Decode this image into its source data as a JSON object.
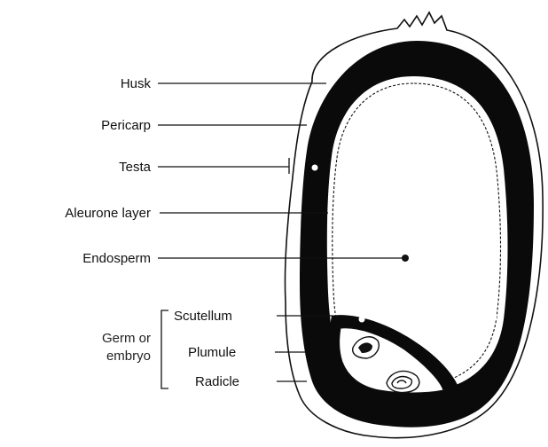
{
  "labels": {
    "husk": "Husk",
    "pericarp": "Pericarp",
    "testa": "Testa",
    "aleurone": "Aleurone layer",
    "endosperm": "Endosperm",
    "germ_line1": "Germ or",
    "germ_line2": "embryo",
    "scutellum": "Scutellum",
    "plumule": "Plumule",
    "radicle": "Radicle"
  },
  "colors": {
    "ink": "#111111",
    "background": "#ffffff"
  }
}
